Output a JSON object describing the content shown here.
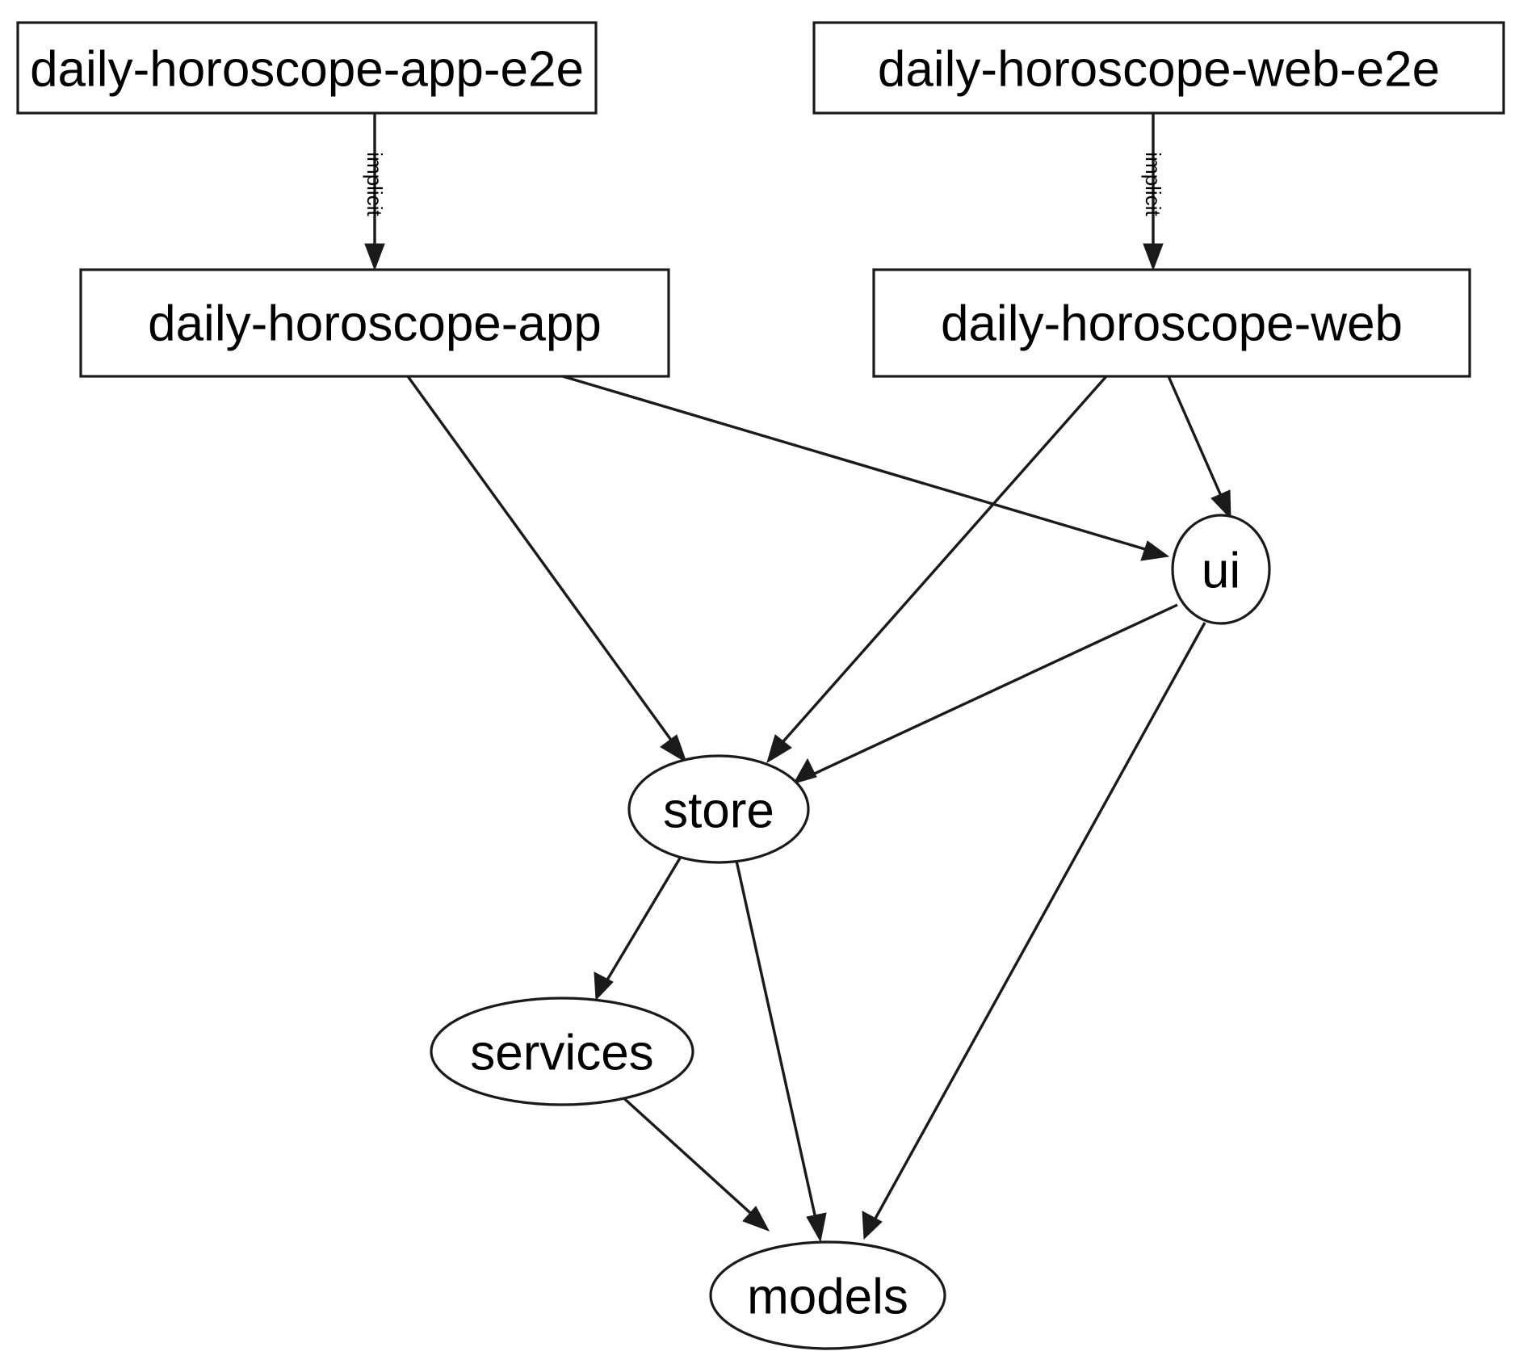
{
  "diagram": {
    "type": "dependency-graph",
    "title": "",
    "background_color": "#ffffff",
    "stroke_color": "#1a1a1a",
    "text_color": "#000000",
    "nodes": [
      {
        "id": "daily-horoscope-app-e2e",
        "label": "daily-horoscope-app-e2e",
        "shape": "rectangle"
      },
      {
        "id": "daily-horoscope-web-e2e",
        "label": "daily-horoscope-web-e2e",
        "shape": "rectangle"
      },
      {
        "id": "daily-horoscope-app",
        "label": "daily-horoscope-app",
        "shape": "rectangle"
      },
      {
        "id": "daily-horoscope-web",
        "label": "daily-horoscope-web",
        "shape": "rectangle"
      },
      {
        "id": "ui",
        "label": "ui",
        "shape": "ellipse"
      },
      {
        "id": "store",
        "label": "store",
        "shape": "ellipse"
      },
      {
        "id": "services",
        "label": "services",
        "shape": "ellipse"
      },
      {
        "id": "models",
        "label": "models",
        "shape": "ellipse"
      }
    ],
    "edges": [
      {
        "from": "daily-horoscope-app-e2e",
        "to": "daily-horoscope-app",
        "label": "implicit"
      },
      {
        "from": "daily-horoscope-web-e2e",
        "to": "daily-horoscope-web",
        "label": "implicit"
      },
      {
        "from": "daily-horoscope-app",
        "to": "store",
        "label": ""
      },
      {
        "from": "daily-horoscope-app",
        "to": "ui",
        "label": ""
      },
      {
        "from": "daily-horoscope-web",
        "to": "store",
        "label": ""
      },
      {
        "from": "daily-horoscope-web",
        "to": "ui",
        "label": ""
      },
      {
        "from": "ui",
        "to": "store",
        "label": ""
      },
      {
        "from": "ui",
        "to": "models",
        "label": ""
      },
      {
        "from": "store",
        "to": "services",
        "label": ""
      },
      {
        "from": "store",
        "to": "models",
        "label": ""
      },
      {
        "from": "services",
        "to": "models",
        "label": ""
      }
    ],
    "edge_labels": {
      "app_implicit": "implicit",
      "web_implicit": "implicit"
    }
  }
}
